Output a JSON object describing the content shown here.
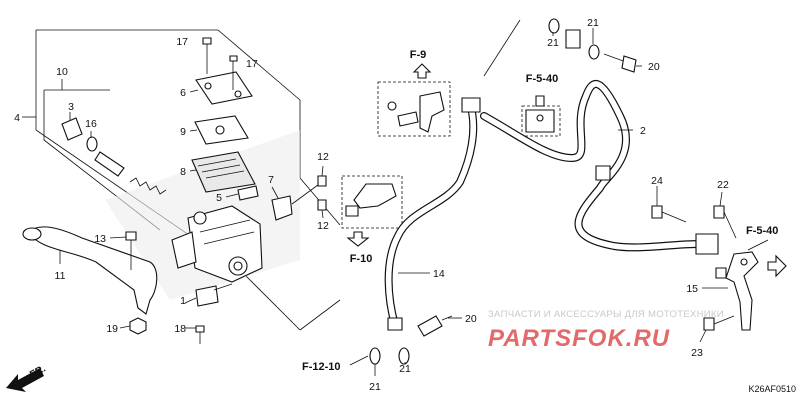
{
  "callouts": [
    "1",
    "2",
    "3",
    "4",
    "5",
    "6",
    "7",
    "8",
    "9",
    "10",
    "11",
    "12",
    "12",
    "13",
    "14",
    "15",
    "16",
    "17",
    "17",
    "18",
    "19",
    "20",
    "20",
    "21",
    "21",
    "21",
    "21",
    "22",
    "23",
    "24"
  ],
  "refs": {
    "f9": "F-9",
    "f540_top": "F-5-40",
    "f540_right": "F-5-40",
    "f10": "F-10",
    "f1210": "F-12-10"
  },
  "direction_label": "FR.",
  "diagram_code": "K26AF0510",
  "watermark": {
    "text": "ЗАПЧАСТИ И АКСЕССУАРЫ ДЛЯ МОТОТЕХНИКИ",
    "logo": "PARTSFOK.RU"
  },
  "colors": {
    "line": "#111111",
    "watermark_logo": "#e36a6a",
    "watermark_text": "#c9c9c9"
  }
}
